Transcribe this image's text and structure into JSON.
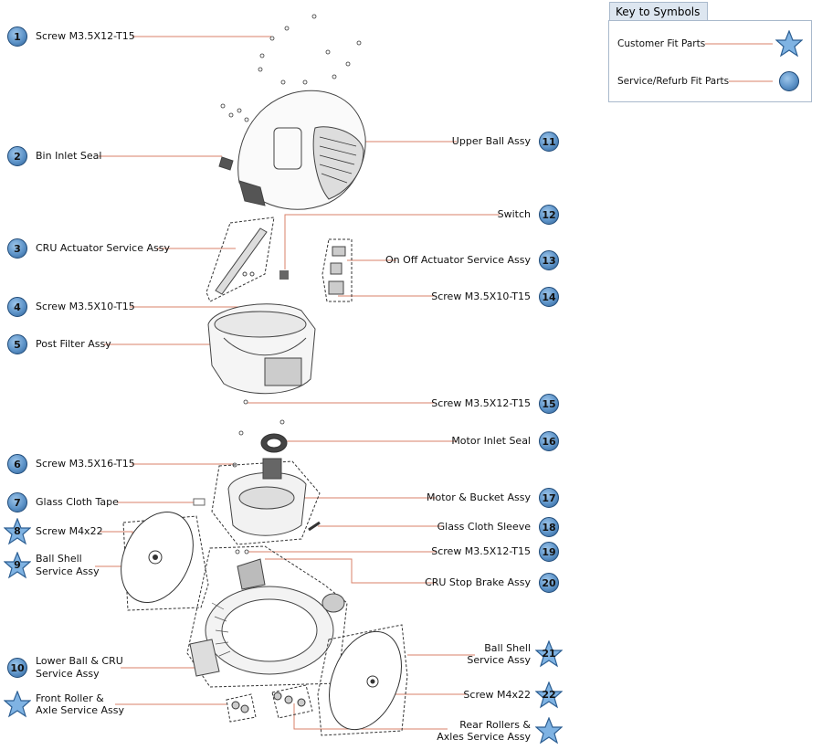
{
  "key": {
    "title": "Key to Symbols",
    "customer_fit": "Customer Fit Parts",
    "service_fit": "Service/Refurb Fit Parts"
  },
  "colors": {
    "leader": "#d9826a",
    "badge": "#5d93c8",
    "star": "#7fb3e3"
  },
  "parts_left": [
    {
      "num": "1",
      "label": "Screw M3.5X12-T15",
      "symbol": "circle"
    },
    {
      "num": "2",
      "label": "Bin Inlet Seal",
      "symbol": "circle"
    },
    {
      "num": "3",
      "label": "CRU Actuator Service Assy",
      "symbol": "circle"
    },
    {
      "num": "4",
      "label": "Screw M3.5X10-T15",
      "symbol": "circle"
    },
    {
      "num": "5",
      "label": "Post Filter Assy",
      "symbol": "circle"
    },
    {
      "num": "6",
      "label": "Screw M3.5X16-T15",
      "symbol": "circle"
    },
    {
      "num": "7",
      "label": "Glass Cloth Tape",
      "symbol": "circle"
    },
    {
      "num": "8",
      "label": "Screw M4x22",
      "symbol": "star"
    },
    {
      "num": "9",
      "label": "Ball Shell",
      "label2": "Service Assy",
      "symbol": "star"
    },
    {
      "num": "10",
      "label": "Lower Ball & CRU",
      "label2": "Service Assy",
      "symbol": "circle"
    },
    {
      "num": "",
      "label": "Front Roller &",
      "label2": "Axle Service Assy",
      "symbol": "star"
    }
  ],
  "parts_right": [
    {
      "num": "11",
      "label": "Upper Ball Assy",
      "symbol": "circle"
    },
    {
      "num": "12",
      "label": "Switch",
      "symbol": "circle"
    },
    {
      "num": "13",
      "label": "On Off Actuator Service Assy",
      "symbol": "circle"
    },
    {
      "num": "14",
      "label": "Screw M3.5X10-T15",
      "symbol": "circle"
    },
    {
      "num": "15",
      "label": "Screw M3.5X12-T15",
      "symbol": "circle"
    },
    {
      "num": "16",
      "label": "Motor Inlet Seal",
      "symbol": "circle"
    },
    {
      "num": "17",
      "label": "Motor & Bucket Assy",
      "symbol": "circle"
    },
    {
      "num": "18",
      "label": "Glass Cloth Sleeve",
      "symbol": "circle"
    },
    {
      "num": "19",
      "label": "Screw M3.5X12-T15",
      "symbol": "circle"
    },
    {
      "num": "20",
      "label": "CRU Stop Brake Assy",
      "symbol": "circle"
    },
    {
      "num": "21",
      "label": "Ball Shell",
      "label2": "Service Assy",
      "symbol": "star"
    },
    {
      "num": "22",
      "label": "Screw M4x22",
      "symbol": "star"
    },
    {
      "num": "",
      "label": "Rear Rollers &",
      "label2": "Axles Service Assy",
      "symbol": "star"
    }
  ]
}
